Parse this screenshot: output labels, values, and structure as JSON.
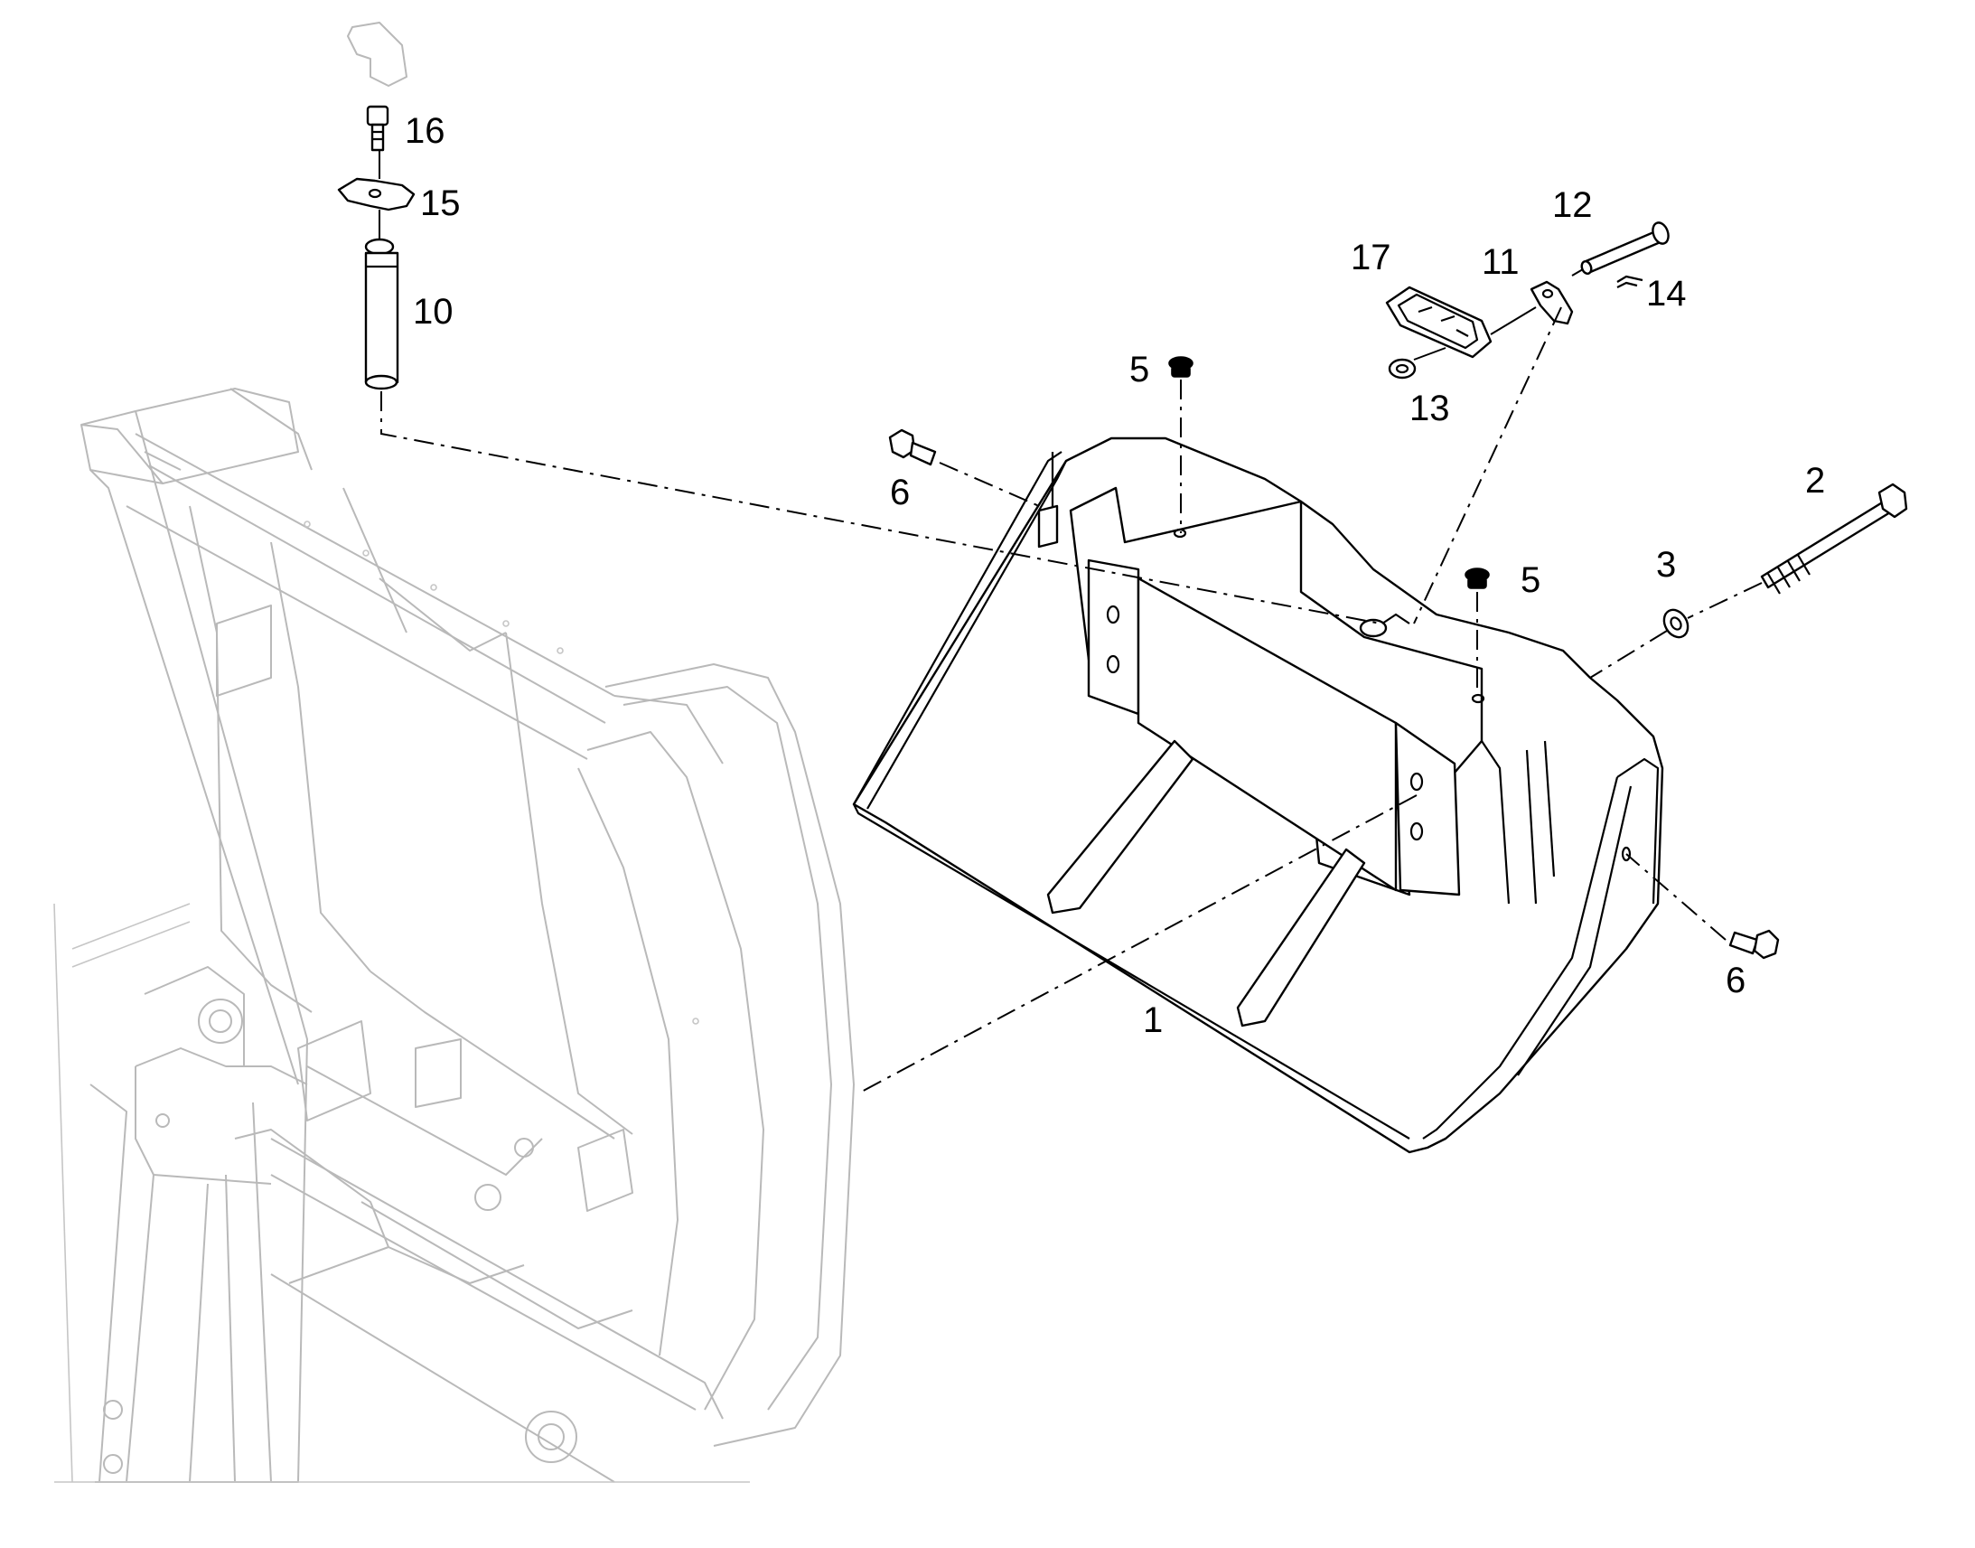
{
  "callouts": {
    "c1": "1",
    "c2": "2",
    "c3": "3",
    "c5a": "5",
    "c5b": "5",
    "c6a": "6",
    "c6b": "6",
    "c10": "10",
    "c11": "11",
    "c12": "12",
    "c13": "13",
    "c14": "14",
    "c15": "15",
    "c16": "16",
    "c17": "17"
  }
}
